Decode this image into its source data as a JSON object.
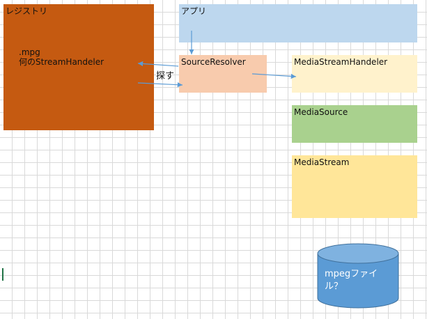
{
  "registry": {
    "label": "レジストリ",
    "note": ".mpg\n何のStreamHandeler"
  },
  "app": {
    "label": "アプリ"
  },
  "source_resolver": {
    "label": "SourceResolver"
  },
  "media_stream_handler": {
    "label": "MediaStreamHandeler"
  },
  "media_source": {
    "label": "MediaSource"
  },
  "media_stream": {
    "label": "MediaStream"
  },
  "search_label": "探す",
  "mpeg_file": {
    "label": "mpegファイル？"
  },
  "colors": {
    "registry": "#c55a11",
    "app": "#bdd7ee",
    "source_resolver": "#f8cbad",
    "media_stream_handler": "#fff2cc",
    "media_source": "#a9d18e",
    "media_stream": "#ffe699",
    "file_cylinder": "#5b9bd5",
    "arrow": "#5b9bd5"
  }
}
